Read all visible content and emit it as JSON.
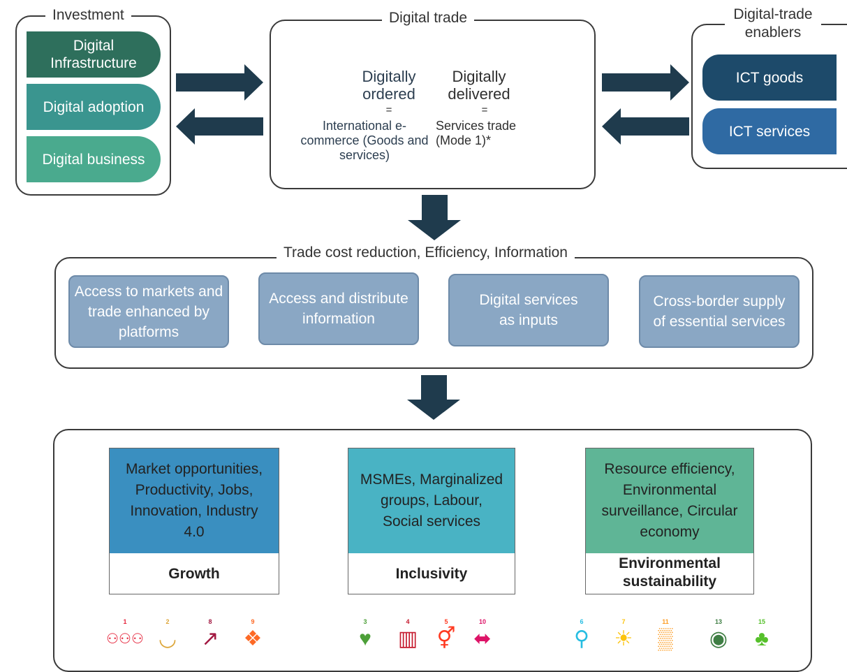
{
  "investment": {
    "legend": "Investment",
    "items": [
      "Digital Infrastructure",
      "Digital adoption",
      "Digital business"
    ]
  },
  "digital_trade": {
    "legend": "Digital trade",
    "ordered": {
      "title": "Digitally ordered",
      "eq": "=",
      "body": "International e-commerce (Goods and services)"
    },
    "delivered": {
      "title": "Digitally delivered",
      "eq": "=",
      "body": "Services trade (Mode 1)*"
    }
  },
  "enablers": {
    "legend": "Digital-trade enablers",
    "items": [
      "ICT goods",
      "ICT services"
    ]
  },
  "channels": {
    "legend": "Trade cost reduction, Efficiency, Information",
    "items": [
      "Access to markets and trade enhanced by platforms",
      "Access and distribute information",
      "Digital services as inputs",
      "Cross-border supply of essential services"
    ]
  },
  "outcomes": [
    {
      "text": "Market opportunities, Productivity, Jobs, Innovation, Industry 4.0",
      "label": "Growth",
      "color": "#3a8fc0"
    },
    {
      "text": "MSMEs, Marginalized groups, Labour, Social services",
      "label": "Inclusivity",
      "color": "#49b3c4"
    },
    {
      "text": "Resource efficiency, Environmental surveillance, Circular economy",
      "label": "Environmental sustainability",
      "color": "#5fb596"
    }
  ],
  "sdgs": [
    {
      "num": "1",
      "icon": "people-family-icon",
      "color": "#e5243b",
      "glyph": "⚇⚇⚇"
    },
    {
      "num": "2",
      "icon": "bowl-icon",
      "color": "#dda63a",
      "glyph": "◡"
    },
    {
      "num": "8",
      "icon": "growth-chart-icon",
      "color": "#a21942",
      "glyph": "↗"
    },
    {
      "num": "9",
      "icon": "cubes-icon",
      "color": "#fd6925",
      "glyph": "❖"
    },
    {
      "num": "3",
      "icon": "heartbeat-icon",
      "color": "#4c9f38",
      "glyph": "♥"
    },
    {
      "num": "4",
      "icon": "book-icon",
      "color": "#c5192d",
      "glyph": "▥"
    },
    {
      "num": "5",
      "icon": "gender-equality-icon",
      "color": "#ff3a21",
      "glyph": "⚥"
    },
    {
      "num": "10",
      "icon": "reduced-inequality-icon",
      "color": "#dd1367",
      "glyph": "⬌"
    },
    {
      "num": "6",
      "icon": "water-drop-icon",
      "color": "#26bde2",
      "glyph": "⚲"
    },
    {
      "num": "7",
      "icon": "sun-icon",
      "color": "#fcc30b",
      "glyph": "☀"
    },
    {
      "num": "11",
      "icon": "city-buildings-icon",
      "color": "#fd9d24",
      "glyph": "▒"
    },
    {
      "num": "13",
      "icon": "eye-globe-icon",
      "color": "#3f7e44",
      "glyph": "◉"
    },
    {
      "num": "15",
      "icon": "tree-icon",
      "color": "#56c02b",
      "glyph": "♣"
    }
  ]
}
